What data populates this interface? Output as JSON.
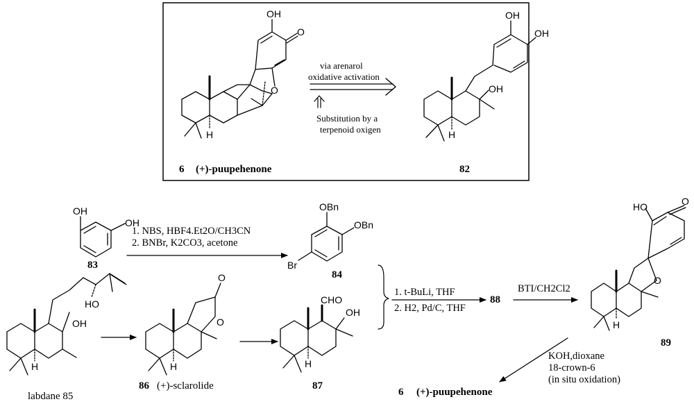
{
  "retrosynthesis": {
    "target": {
      "number": "6",
      "name": "(+)-puupehenone"
    },
    "precursor": {
      "number": "82"
    },
    "forward_arrow_text": [
      "via arenarol",
      "oxidative activation"
    ],
    "retro_arrow_text": [
      "Substitution by a",
      "terpenoid oxigen"
    ]
  },
  "compounds": {
    "c83": "83",
    "c84": "84",
    "c85": "labdane 85",
    "c86_num": "86",
    "c86_name": "(+)-sclarolide",
    "c87": "87",
    "c88": "88",
    "c89": "89",
    "c6_num": "6",
    "c6_name": "(+)-puupehenone"
  },
  "reactions": {
    "step_83_84": [
      "1. NBS, HBF4.Et2O/CH3CN",
      "2. BNBr, K2CO3, acetone"
    ],
    "step_84_88": [
      "1. t-BuLi, THF",
      "2. H2, Pd/C, THF"
    ],
    "step_88_89": "BTI/CH2Cl2",
    "step_89_6": [
      "KOH,dioxane",
      "18-crown-6",
      "(in situ oxidation)"
    ]
  },
  "atom_labels": {
    "OH": "OH",
    "O": "O",
    "H": "H",
    "OBn": "OBn",
    "Br": "Br",
    "CHO": "CHO",
    "HO": "HO"
  }
}
